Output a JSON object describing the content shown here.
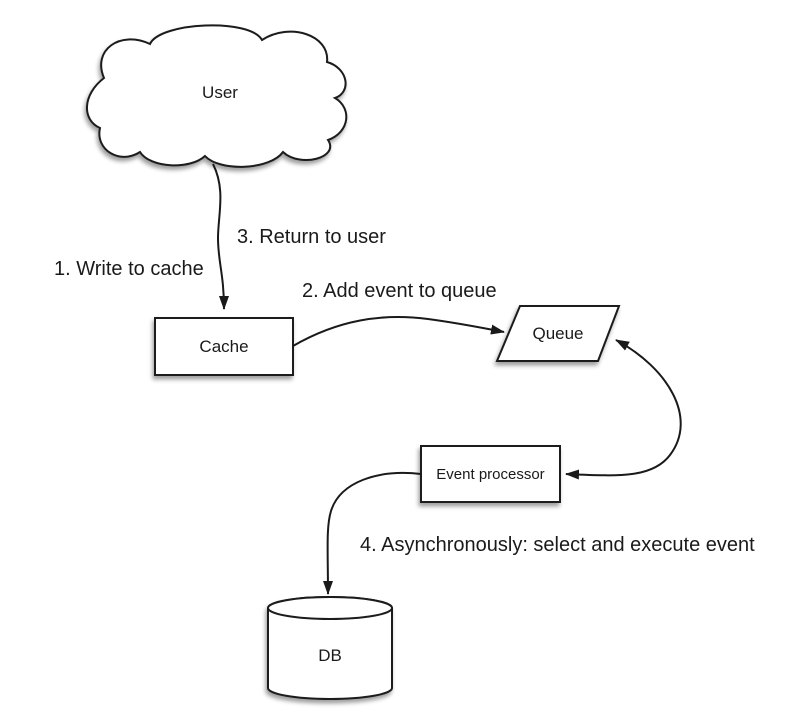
{
  "diagram": {
    "nodes": {
      "user": {
        "label": "User",
        "shape": "cloud"
      },
      "cache": {
        "label": "Cache",
        "shape": "rectangle"
      },
      "queue": {
        "label": "Queue",
        "shape": "parallelogram"
      },
      "event_processor": {
        "label": "Event processor",
        "shape": "rectangle"
      },
      "db": {
        "label": "DB",
        "shape": "cylinder"
      }
    },
    "edges": [
      {
        "from": "user",
        "to": "cache",
        "arrows": "to",
        "labels": [
          "1. Write to cache",
          "3. Return to user"
        ]
      },
      {
        "from": "cache",
        "to": "queue",
        "arrows": "to",
        "labels": [
          "2. Add event to queue"
        ]
      },
      {
        "from": "queue",
        "to": "event_processor",
        "arrows": "both",
        "labels": []
      },
      {
        "from": "event_processor",
        "to": "db",
        "arrows": "to",
        "labels": [
          "4. Asynchronously: select and execute event"
        ]
      }
    ],
    "edge_labels": {
      "step1": "1. Write to cache",
      "step2": "2. Add event to queue",
      "step3": "3. Return to user",
      "step4": "4. Asynchronously: select and execute event"
    },
    "colors": {
      "background": "#ffffff",
      "shape_fill": "#ffffff",
      "stroke": "#1a1a1a",
      "text": "#1a1a1a"
    }
  }
}
